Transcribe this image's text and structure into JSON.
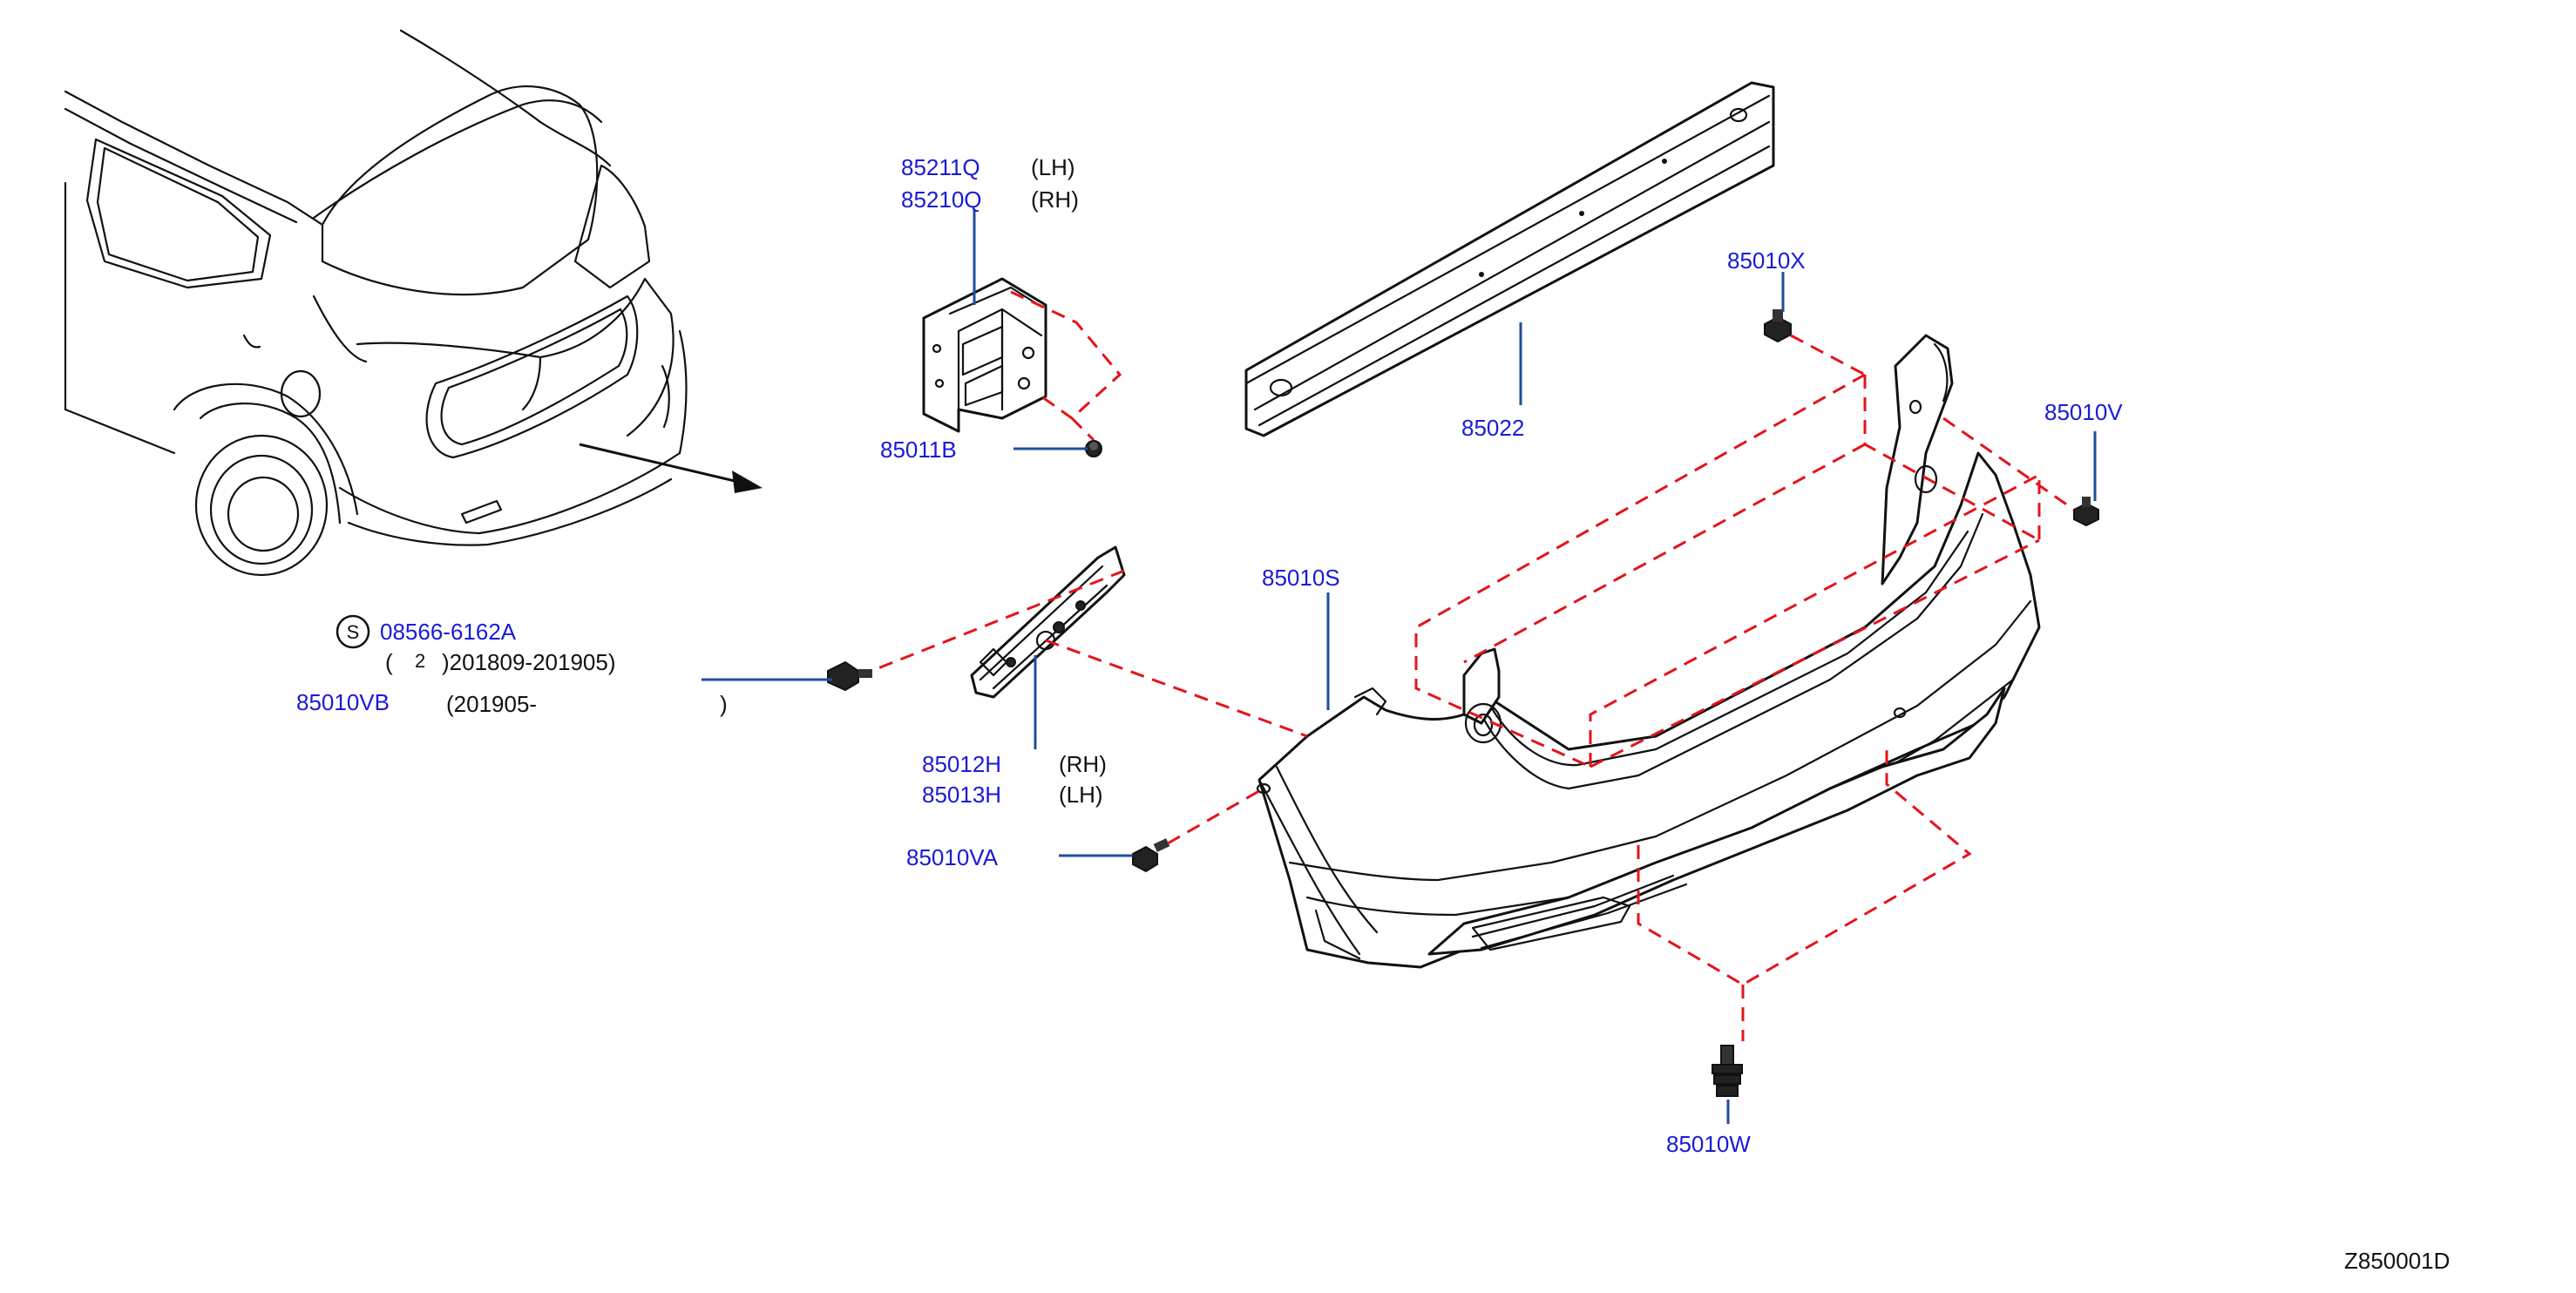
{
  "colors": {
    "label": "#1a1ad6",
    "leader": "#1f4e9a",
    "dashed_guide": "#e3141b",
    "line_art": "#111111"
  },
  "icons": {
    "service_part_marker": "circled-S"
  },
  "labels": {
    "p85211q": "85211Q",
    "p85211q_side": "(LH)",
    "p85210q": "85210Q",
    "p85210q_side": "(RH)",
    "p85011b": "85011B",
    "p85022": "85022",
    "p85010x": "85010X",
    "p85010v": "85010V",
    "p85010s": "85010S",
    "p85012h": "85012H",
    "p85012h_side": "(RH)",
    "p85013h": "85013H",
    "p85013h_side": "(LH)",
    "p85010va": "85010VA",
    "p85010w": "85010W",
    "p85010vb": "85010VB",
    "s_marker": "S",
    "p08566": "08566-6162A",
    "qty_open": "(",
    "qty": "2",
    "date_range_1": ")201809-201905)",
    "date_range_2_open": "(201905-",
    "date_range_2_close": ")",
    "diagram_code": "Z850001D"
  }
}
